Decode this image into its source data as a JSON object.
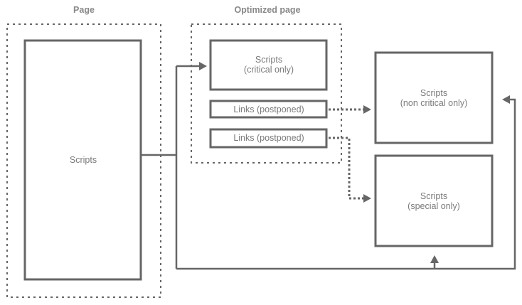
{
  "headers": {
    "page": "Page",
    "optimized_page": "Optimized page"
  },
  "page_box": {
    "label": "Scripts"
  },
  "optimized": {
    "critical": {
      "line1": "Scripts",
      "line2": "(critical only)"
    },
    "links_1": {
      "label": "Links (postponed)"
    },
    "links_2": {
      "label": "Links (postponed)"
    }
  },
  "targets": {
    "non_critical": {
      "line1": "Scripts",
      "line2": "(non critical only)"
    },
    "special": {
      "line1": "Scripts",
      "line2": "(special only)"
    }
  },
  "colors": {
    "stroke": "#666666",
    "text": "#7a7a7a",
    "header": "#888888"
  }
}
